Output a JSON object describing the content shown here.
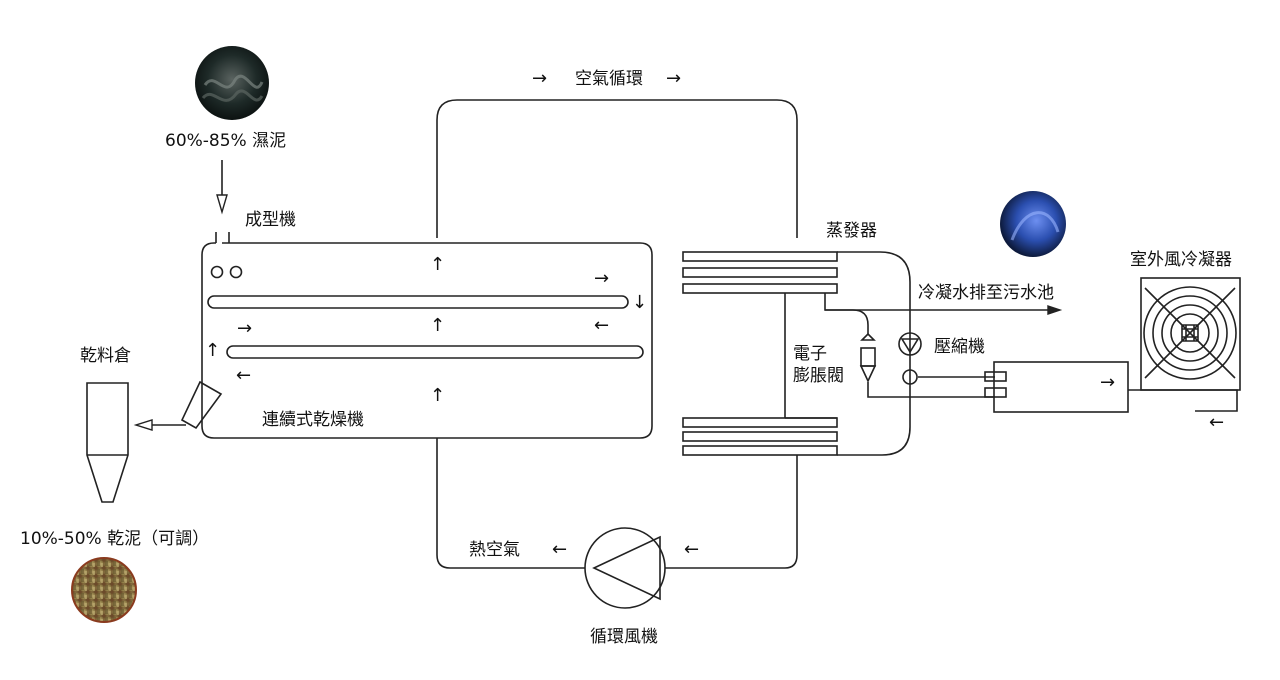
{
  "labels": {
    "air_circulation": "空氣循環",
    "wet_sludge": "60%-85% 濕泥",
    "forming_machine": "成型機",
    "evaporator": "蒸發器",
    "outdoor_condenser": "室外風冷凝器",
    "condensate_drain": "冷凝水排至污水池",
    "compressor": "壓縮機",
    "expansion_valve": "電子\n膨脹閥",
    "dry_silo": "乾料倉",
    "continuous_dryer": "連續式乾燥機",
    "dry_sludge": "10%-50% 乾泥（可調）",
    "hot_air": "熱空氣",
    "circulation_fan": "循環風機"
  },
  "arrows": {
    "right": "→",
    "left": "←",
    "up": "↑",
    "down": "↓"
  },
  "colors": {
    "line": "#222222",
    "wet_sludge_photo": "#1e2a28",
    "dry_sludge_photo": "#8c7a45",
    "water_photo": "#2b4fb0"
  }
}
